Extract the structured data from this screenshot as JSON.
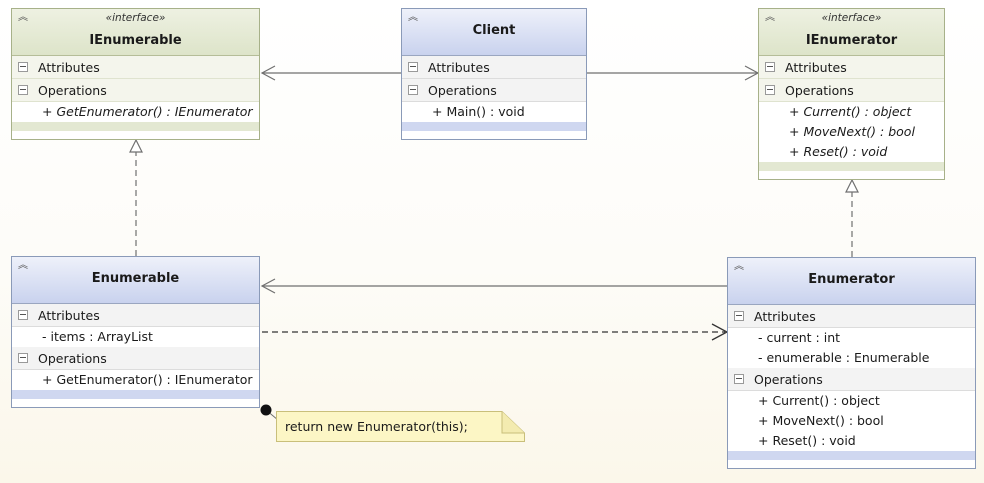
{
  "ienumerable": {
    "stereotype": "«interface»",
    "name": "IEnumerable",
    "attributes_label": "Attributes",
    "operations_label": "Operations",
    "operations": [
      "+ GetEnumerator() : IEnumerator"
    ]
  },
  "client": {
    "name": "Client",
    "attributes_label": "Attributes",
    "operations_label": "Operations",
    "operations": [
      "+ Main() : void"
    ]
  },
  "ienumerator": {
    "stereotype": "«interface»",
    "name": "IEnumerator",
    "attributes_label": "Attributes",
    "operations_label": "Operations",
    "operations": [
      "+ Current() : object",
      "+ MoveNext() : bool",
      "+ Reset() : void"
    ]
  },
  "enumerable": {
    "name": "Enumerable",
    "attributes_label": "Attributes",
    "attributes": [
      "- items : ArrayList"
    ],
    "operations_label": "Operations",
    "operations": [
      "+ GetEnumerator() : IEnumerator"
    ]
  },
  "enumerator": {
    "name": "Enumerator",
    "attributes_label": "Attributes",
    "attributes": [
      "- current : int",
      "- enumerable : Enumerable"
    ],
    "operations_label": "Operations",
    "operations": [
      "+ Current() : object",
      "+ MoveNext() : bool",
      "+ Reset() : void"
    ]
  },
  "note": {
    "text": "return new Enumerator(this);"
  },
  "colors": {
    "interface_header": "#dde4c9",
    "class_header": "#c9d2ee",
    "note_fill": "#fcf6c5",
    "connector": "#707070"
  }
}
